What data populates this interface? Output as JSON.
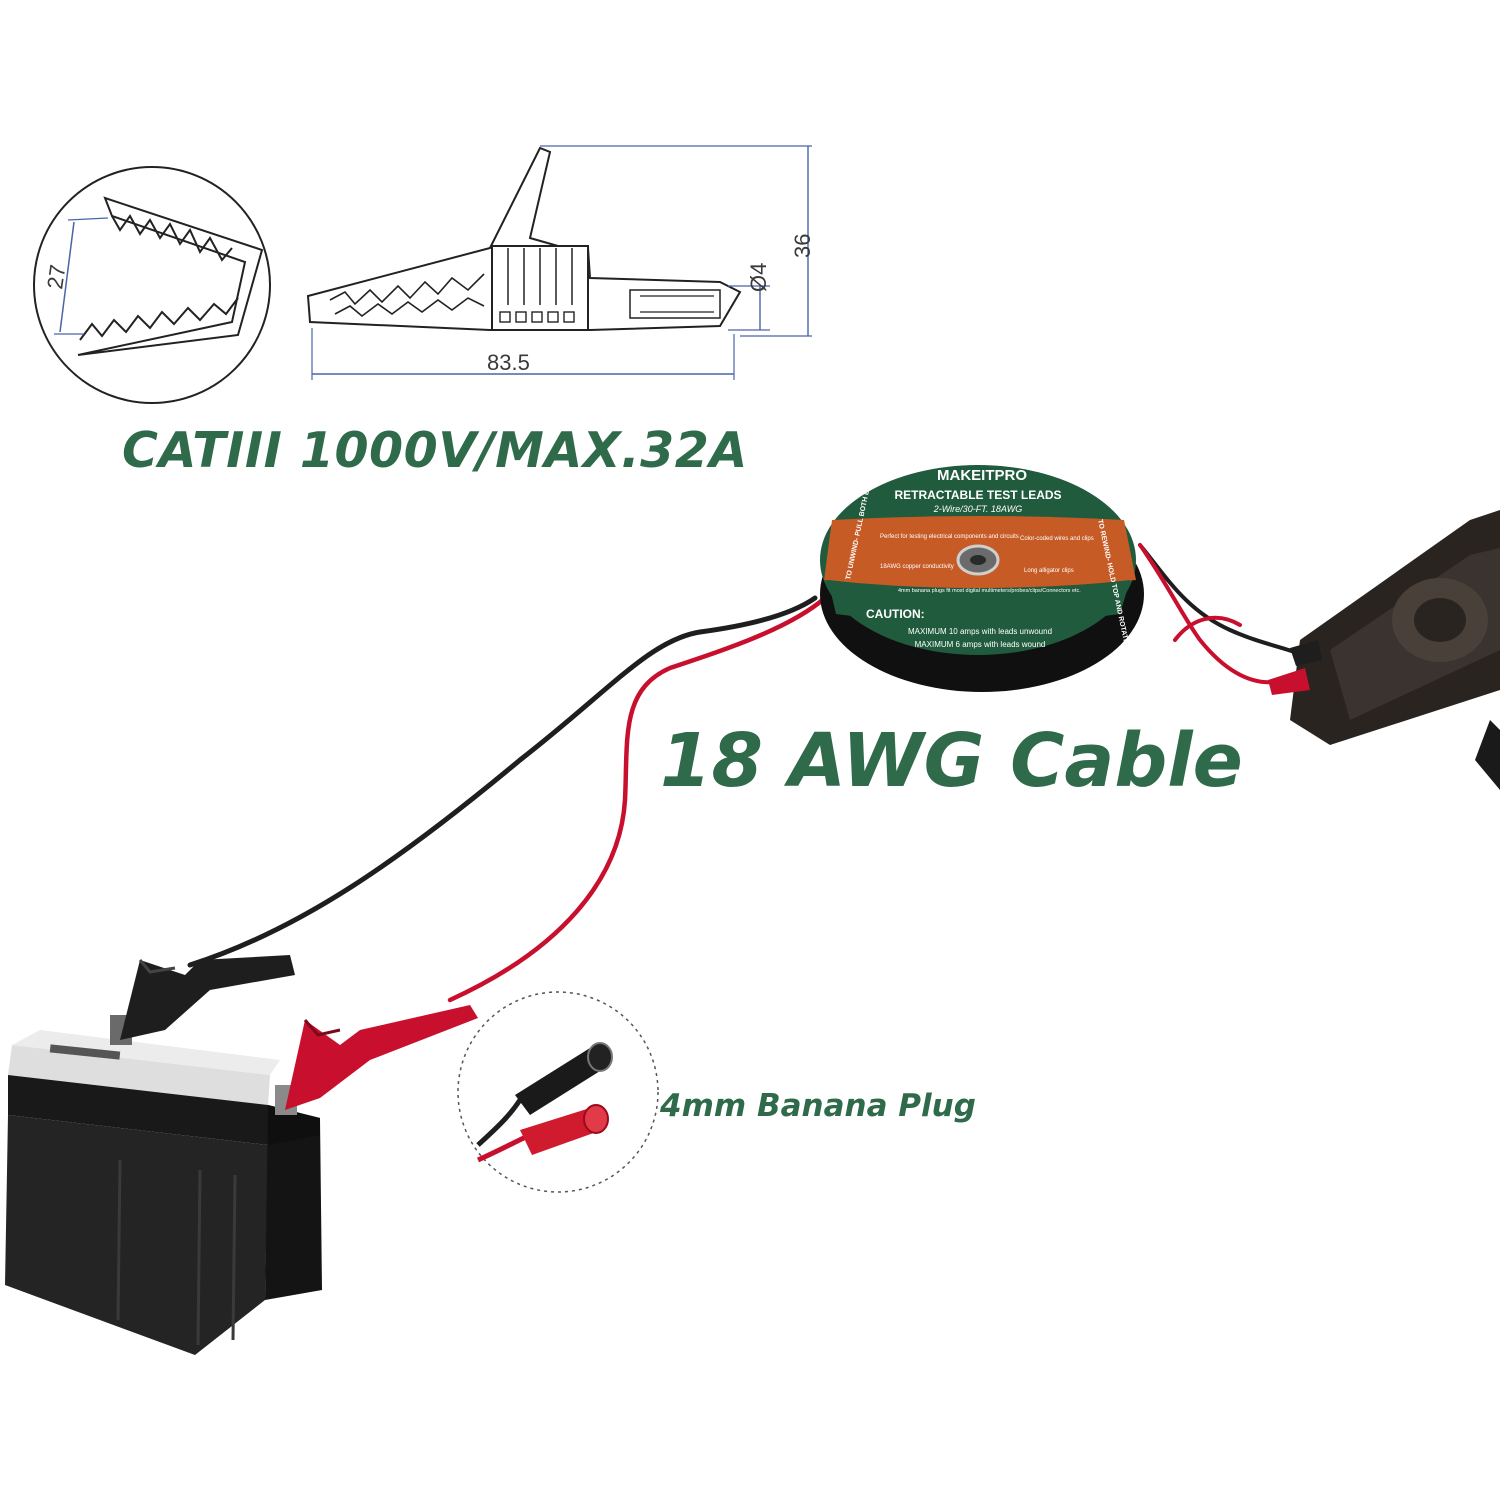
{
  "callouts": {
    "rating": "CATIII 1000V/MAX.32A",
    "cable": "18 AWG Cable",
    "plug": "4mm Banana Plug"
  },
  "drawing": {
    "jaw_opening": "27",
    "height": "36",
    "hole_diameter": "Ø4",
    "length": "83.5"
  },
  "reel": {
    "brand": "MAKEITPRO",
    "title": "RETRACTABLE TEST LEADS",
    "subtitle": "2-Wire/30-FT. 18AWG",
    "feature_1": "Perfect for testing electrical components and circuits",
    "feature_2": "Color-coded wires and clips",
    "feature_3": "18AWG copper conductivity",
    "feature_4": "Long alligator clips",
    "feature_5": "4mm banana plugs fit most digital multimeters/probes/clips/Connectors etc.",
    "left_arc": "TO UNWIND- PULL BOTH ENDS OF WIRE",
    "right_arc": "TO REWIND- HOLD TOP AND ROTATE BOTTOM",
    "caution_title": "CAUTION:",
    "caution_1": "MAXIMUM 10 amps with leads unwound",
    "caution_2": "MAXIMUM 6 amps with leads wound"
  },
  "colors": {
    "headline_green": "#2f6b4b",
    "lead_red": "#c8102e",
    "lead_black": "#1e1e1e",
    "reel_orange": "#c75b26",
    "reel_green": "#1f5b3c"
  }
}
